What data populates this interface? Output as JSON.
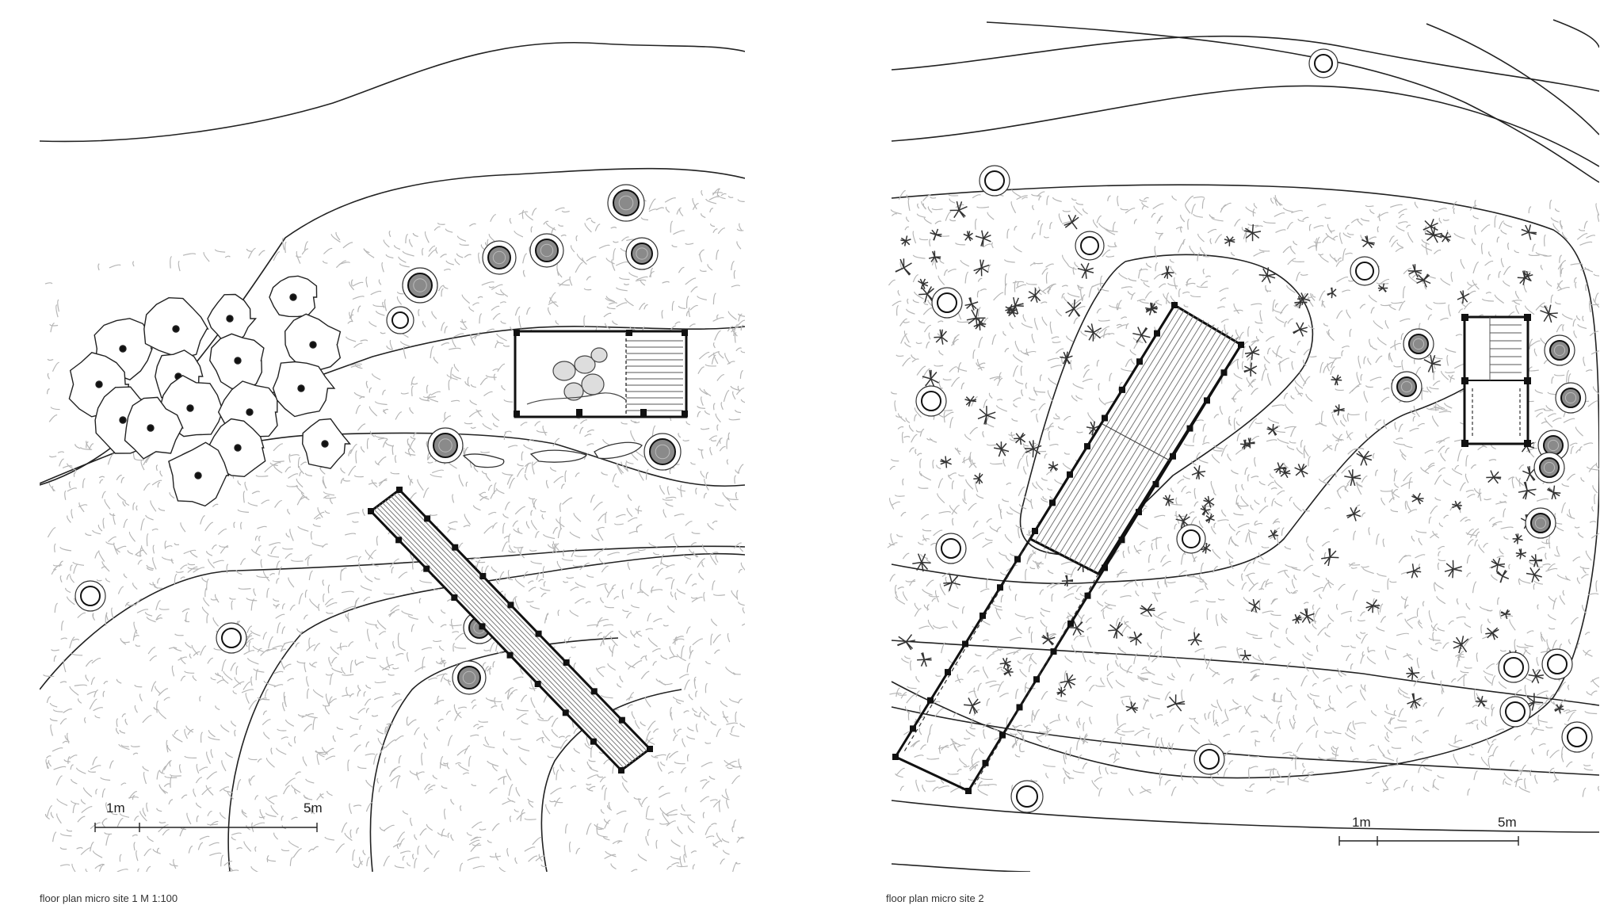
{
  "plans": [
    {
      "id": "site1",
      "caption": "floor plan micro site 1 M 1:100",
      "scale_labels": [
        "1m",
        "5m"
      ]
    },
    {
      "id": "site2",
      "caption": "floor plan micro site 2",
      "scale_labels": [
        "1m",
        "5m"
      ]
    }
  ],
  "colors": {
    "line": "#222222",
    "hatch": "#b5b5b5",
    "tree_fill": "#8a8a8a",
    "shrub": "#3a3a3a"
  }
}
